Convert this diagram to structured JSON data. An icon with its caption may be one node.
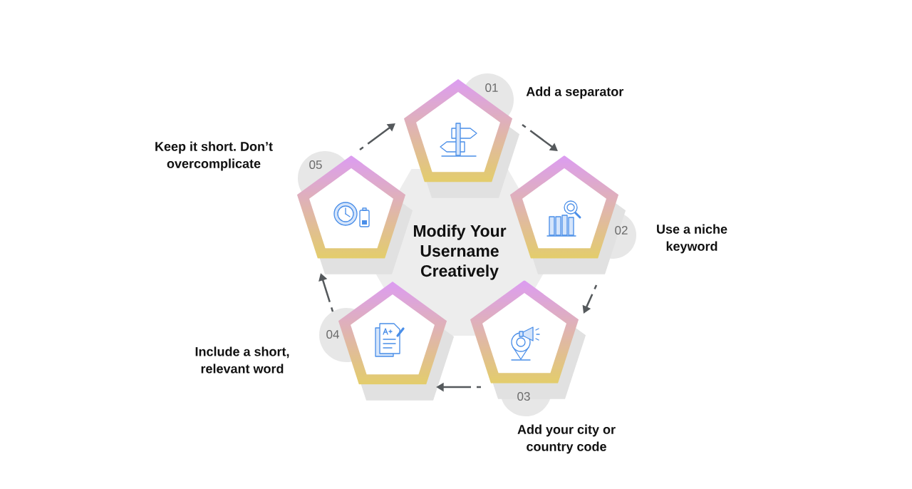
{
  "diagram": {
    "nodes": [
      {
        "text": [
          "Modify Your Username Creatively"
        ]
      },
      {
        "text": [],
        "shape": "pentagon",
        "beside": [
          "01",
          "Add a separator"
        ]
      },
      {
        "text": [],
        "shape": "pentagon",
        "beside": [
          "02",
          "Use a niche keyword"
        ]
      },
      {
        "text": [],
        "shape": "pentagon",
        "beside": [
          "03",
          "Add your city or country code"
        ]
      },
      {
        "text": [],
        "shape": "pentagon",
        "beside": [
          "04",
          "Include a short, relevant word"
        ]
      },
      {
        "text": [],
        "shape": "pentagon",
        "beside": [
          "05",
          "Keep it short. Don’t overcomplicate"
        ]
      }
    ],
    "edges": [
      {
        "from": 1,
        "to": 2,
        "arrow": "to"
      },
      {
        "from": 2,
        "to": 3,
        "arrow": "to"
      },
      {
        "from": 3,
        "to": 4,
        "arrow": "to"
      },
      {
        "from": 4,
        "to": 5,
        "arrow": "to"
      },
      {
        "from": 5,
        "to": 1,
        "arrow": "to"
      }
    ]
  }
}
